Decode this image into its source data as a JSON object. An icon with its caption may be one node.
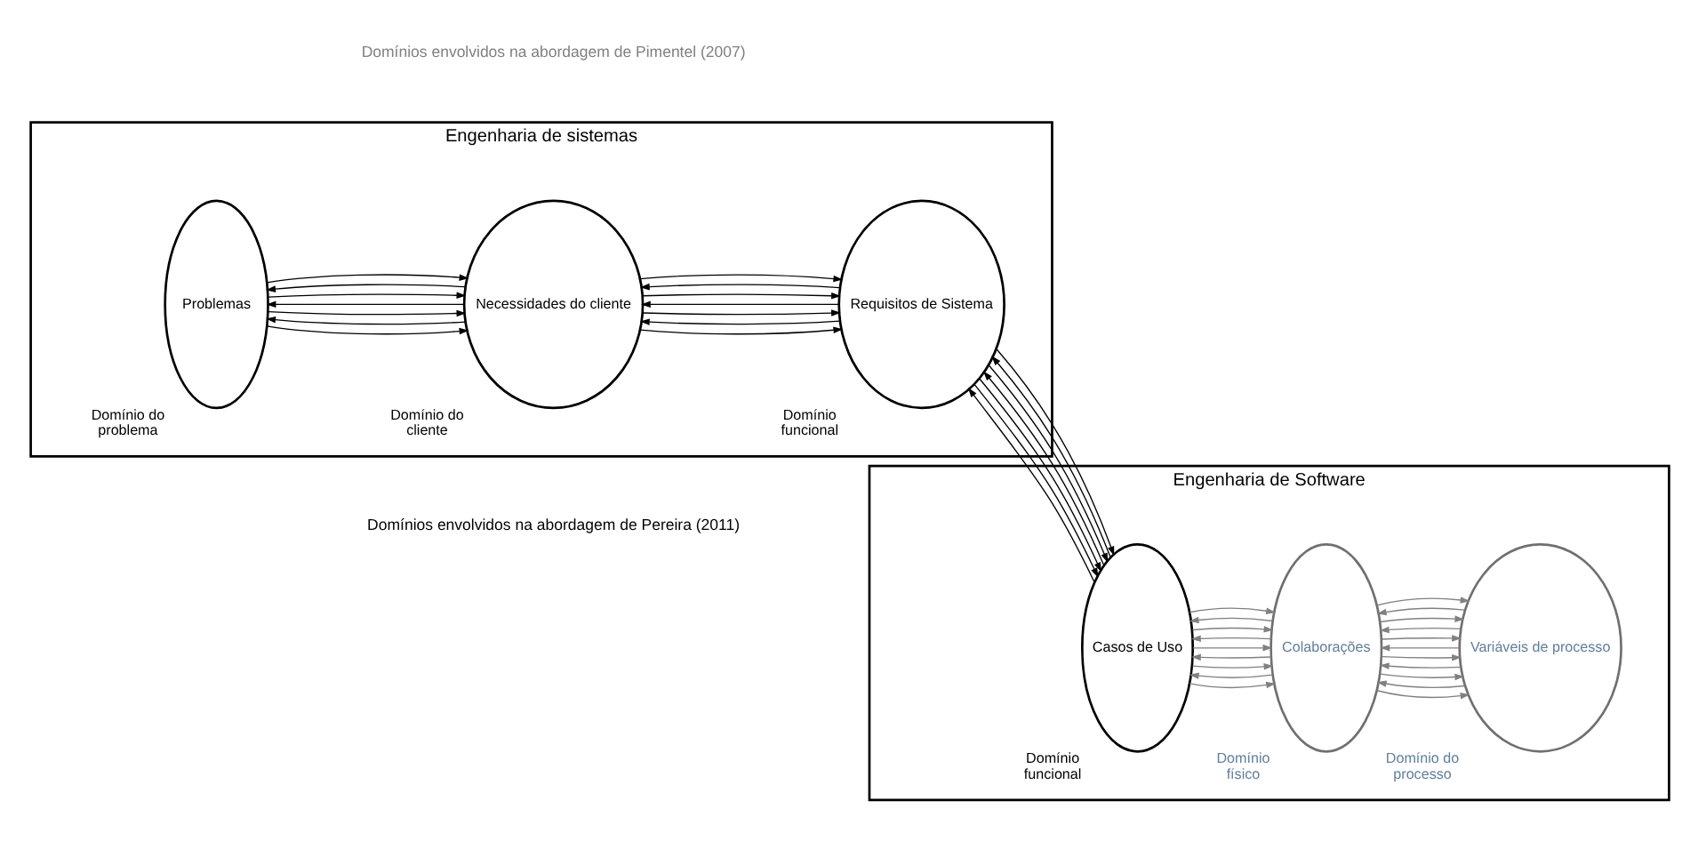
{
  "diagram": {
    "nodes": [
      {
        "text": [
          "Engenharia de sistemas"
        ]
      },
      {
        "text": [
          "Problemas"
        ],
        "in": 0,
        "beside": [
          "Domínio do problema"
        ]
      },
      {
        "text": [
          "Necessidades do cliente"
        ],
        "in": 0,
        "beside": [
          "Domínio do cliente"
        ]
      },
      {
        "text": [
          "Requisitos de Sistema"
        ],
        "in": 0,
        "beside": [
          "Domínio funcional"
        ]
      },
      {
        "text": [
          "Engenharia de Software"
        ]
      },
      {
        "text": [
          "Casos de Uso"
        ],
        "in": 4,
        "beside": [
          "Domínio funcional"
        ]
      },
      {
        "text": [
          "Colaborações"
        ],
        "in": 4,
        "beside": [
          "Domínio físico"
        ]
      },
      {
        "text": [
          "Variáveis de processo"
        ],
        "in": 4,
        "beside": [
          "Domínio do processo"
        ]
      }
    ],
    "edges": [
      {
        "from": 1,
        "to": 2,
        "arrow": "to"
      },
      {
        "from": 2,
        "to": 1,
        "arrow": "to"
      },
      {
        "from": 1,
        "to": 2,
        "arrow": "to"
      },
      {
        "from": 2,
        "to": 1,
        "arrow": "to"
      },
      {
        "from": 1,
        "to": 2,
        "arrow": "to"
      },
      {
        "from": 2,
        "to": 1,
        "arrow": "to"
      },
      {
        "from": 1,
        "to": 2,
        "arrow": "to"
      },
      {
        "from": 2,
        "to": 3,
        "arrow": "to"
      },
      {
        "from": 3,
        "to": 2,
        "arrow": "to"
      },
      {
        "from": 2,
        "to": 3,
        "arrow": "to"
      },
      {
        "from": 3,
        "to": 2,
        "arrow": "to"
      },
      {
        "from": 2,
        "to": 3,
        "arrow": "to"
      },
      {
        "from": 3,
        "to": 2,
        "arrow": "to"
      },
      {
        "from": 2,
        "to": 3,
        "arrow": "to"
      },
      {
        "from": 3,
        "to": 5,
        "arrow": "to"
      },
      {
        "from": 5,
        "to": 3,
        "arrow": "to"
      },
      {
        "from": 3,
        "to": 5,
        "arrow": "to"
      },
      {
        "from": 5,
        "to": 3,
        "arrow": "to"
      },
      {
        "from": 3,
        "to": 5,
        "arrow": "to"
      },
      {
        "from": 5,
        "to": 3,
        "arrow": "to"
      },
      {
        "from": 3,
        "to": 5,
        "arrow": "to"
      },
      {
        "from": 5,
        "to": 6,
        "arrow": "to",
        "color": "#808080"
      },
      {
        "from": 6,
        "to": 5,
        "arrow": "to",
        "color": "#808080"
      },
      {
        "from": 5,
        "to": 6,
        "arrow": "to",
        "color": "#808080"
      },
      {
        "from": 6,
        "to": 5,
        "arrow": "to",
        "color": "#808080"
      },
      {
        "from": 5,
        "to": 6,
        "arrow": "to",
        "color": "#808080"
      },
      {
        "from": 6,
        "to": 5,
        "arrow": "to",
        "color": "#808080"
      },
      {
        "from": 5,
        "to": 6,
        "arrow": "to",
        "color": "#808080"
      },
      {
        "from": 6,
        "to": 5,
        "arrow": "to",
        "color": "#808080"
      },
      {
        "from": 5,
        "to": 6,
        "arrow": "to",
        "color": "#808080"
      },
      {
        "from": 6,
        "to": 7,
        "arrow": "to",
        "color": "#808080"
      },
      {
        "from": 7,
        "to": 6,
        "arrow": "to",
        "color": "#808080"
      },
      {
        "from": 6,
        "to": 7,
        "arrow": "to",
        "color": "#808080"
      },
      {
        "from": 7,
        "to": 6,
        "arrow": "to",
        "color": "#808080"
      },
      {
        "from": 6,
        "to": 7,
        "arrow": "to",
        "color": "#808080"
      },
      {
        "from": 7,
        "to": 6,
        "arrow": "to",
        "color": "#808080"
      },
      {
        "from": 6,
        "to": 7,
        "arrow": "to",
        "color": "#808080"
      },
      {
        "from": 7,
        "to": 6,
        "arrow": "to",
        "color": "#808080"
      },
      {
        "from": 6,
        "to": 7,
        "arrow": "to",
        "color": "#808080"
      },
      {
        "from": 7,
        "to": 6,
        "arrow": "to",
        "color": "#808080"
      },
      {
        "from": 6,
        "to": 7,
        "arrow": "to",
        "color": "#808080"
      }
    ],
    "labels": [
      "Domínios envolvidos na abordagem de Pereira (2011)",
      "Domínios envolvidos na abordagem de Pimentel (2007)"
    ]
  }
}
